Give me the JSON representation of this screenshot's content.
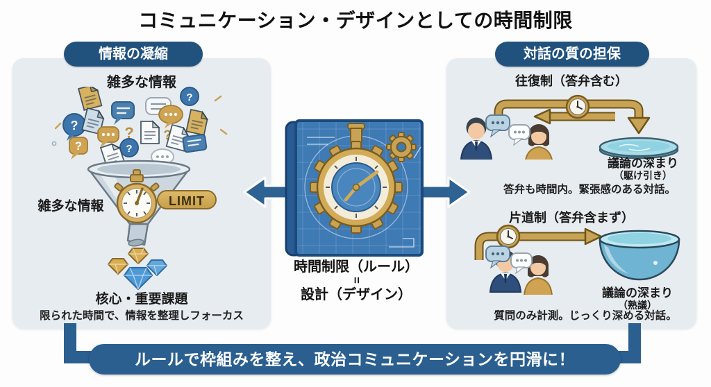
{
  "title": "コミュニケーション・デザインとしての時間制限",
  "banner": "ルールで枠組みを整え、政治コミュニケーションを円滑に！",
  "left_panel": {
    "badge": "情報の凝縮",
    "top_label": "雑多な情報",
    "side_label": "雑多な情報",
    "limit_tag": "LIMIT",
    "result_label": "核心・重要課題",
    "caption": "限られた時間で、情報を整理しフォーカス"
  },
  "center": {
    "line1": "時間制限（ルール）",
    "equals": "=",
    "line2": "設計（デザイン）"
  },
  "right_panel": {
    "badge": "対話の質の担保",
    "round_trip": {
      "heading": "往復制（答弁含む）",
      "result_line1": "議論の深まり",
      "result_line2": "（駆け引き）",
      "caption": "答弁も時間内。緊張感のある対話。"
    },
    "one_way": {
      "heading": "片道制（答弁含まず）",
      "result_line1": "議論の深まり",
      "result_line2": "（熟議）",
      "caption": "質問のみ計測。じっくり深める対話。"
    }
  },
  "colors": {
    "navy": "#21527e",
    "banner_blue": "#2a5f8f",
    "arrow_blue": "#2e6292",
    "gold": "#c9a355",
    "panel_bg": "#e7ecf0",
    "blueprint_blue": "#3e7ab4",
    "water_blue": "#8fd2e2"
  }
}
